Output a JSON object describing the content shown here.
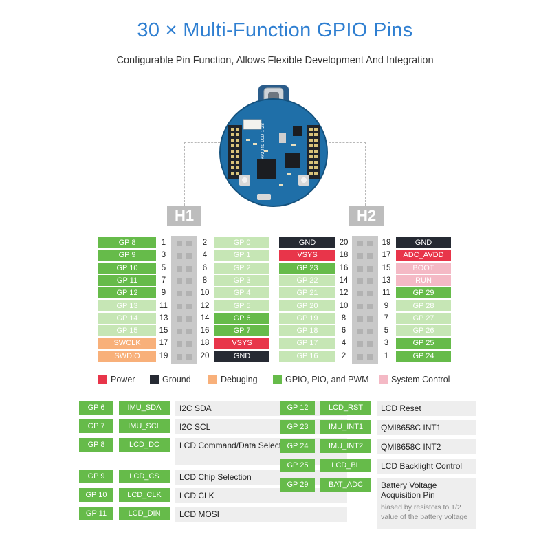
{
  "title": "30 × Multi-Function GPIO Pins",
  "subtitle": "Configurable Pin Function, Allows Flexible Development And Integration",
  "board": {
    "label": "RP2040-LCD-1.28"
  },
  "headers": {
    "h1_label": "H1",
    "h2_label": "H2",
    "h1_left": [
      {
        "name": "GP 8",
        "num": "1",
        "type": "gpio"
      },
      {
        "name": "GP 9",
        "num": "3",
        "type": "gpio"
      },
      {
        "name": "GP 10",
        "num": "5",
        "type": "gpio"
      },
      {
        "name": "GP 11",
        "num": "7",
        "type": "gpio"
      },
      {
        "name": "GP 12",
        "num": "9",
        "type": "gpio"
      },
      {
        "name": "GP 13",
        "num": "11",
        "type": "gpio-l"
      },
      {
        "name": "GP 14",
        "num": "13",
        "type": "gpio-l"
      },
      {
        "name": "GP 15",
        "num": "15",
        "type": "gpio-l"
      },
      {
        "name": "SWCLK",
        "num": "17",
        "type": "dbg"
      },
      {
        "name": "SWDIO",
        "num": "19",
        "type": "dbg"
      }
    ],
    "h1_right": [
      {
        "name": "GP 0",
        "num": "2",
        "type": "gpio-l"
      },
      {
        "name": "GP 1",
        "num": "4",
        "type": "gpio-l"
      },
      {
        "name": "GP 2",
        "num": "6",
        "type": "gpio-l"
      },
      {
        "name": "GP 3",
        "num": "8",
        "type": "gpio-l"
      },
      {
        "name": "GP 4",
        "num": "10",
        "type": "gpio-l"
      },
      {
        "name": "GP 5",
        "num": "12",
        "type": "gpio-l"
      },
      {
        "name": "GP 6",
        "num": "14",
        "type": "gpio"
      },
      {
        "name": "GP 7",
        "num": "16",
        "type": "gpio"
      },
      {
        "name": "VSYS",
        "num": "18",
        "type": "power"
      },
      {
        "name": "GND",
        "num": "20",
        "type": "gnd"
      }
    ],
    "h2_left": [
      {
        "name": "GND",
        "num": "20",
        "type": "gnd"
      },
      {
        "name": "VSYS",
        "num": "18",
        "type": "power"
      },
      {
        "name": "GP 23",
        "num": "16",
        "type": "gpio"
      },
      {
        "name": "GP 22",
        "num": "14",
        "type": "gpio-l"
      },
      {
        "name": "GP 21",
        "num": "12",
        "type": "gpio-l"
      },
      {
        "name": "GP 20",
        "num": "10",
        "type": "gpio-l"
      },
      {
        "name": "GP 19",
        "num": "8",
        "type": "gpio-l"
      },
      {
        "name": "GP 18",
        "num": "6",
        "type": "gpio-l"
      },
      {
        "name": "GP 17",
        "num": "4",
        "type": "gpio-l"
      },
      {
        "name": "GP 16",
        "num": "2",
        "type": "gpio-l"
      }
    ],
    "h2_right": [
      {
        "name": "GND",
        "num": "19",
        "type": "gnd"
      },
      {
        "name": "ADC_AVDD",
        "num": "17",
        "type": "power"
      },
      {
        "name": "BOOT",
        "num": "15",
        "type": "sys"
      },
      {
        "name": "RUN",
        "num": "13",
        "type": "sys"
      },
      {
        "name": "GP 29",
        "num": "11",
        "type": "gpio"
      },
      {
        "name": "GP 28",
        "num": "9",
        "type": "gpio-l"
      },
      {
        "name": "GP 27",
        "num": "7",
        "type": "gpio-l"
      },
      {
        "name": "GP 26",
        "num": "5",
        "type": "gpio-l"
      },
      {
        "name": "GP 25",
        "num": "3",
        "type": "gpio"
      },
      {
        "name": "GP 24",
        "num": "1",
        "type": "gpio"
      }
    ]
  },
  "legend": [
    {
      "label": "Power",
      "color": "#e8354a"
    },
    {
      "label": "Ground",
      "color": "#262a33"
    },
    {
      "label": "Debuging",
      "color": "#f8b07a"
    },
    {
      "label": "GPIO, PIO, and PWM",
      "color": "#66bb4a"
    },
    {
      "label": "System Control",
      "color": "#f4b9c5"
    }
  ],
  "functions_left": [
    {
      "gp": "GP 6",
      "fn": "IMU_SDA",
      "desc": "I2C SDA"
    },
    {
      "gp": "GP 7",
      "fn": "IMU_SCL",
      "desc": "I2C SCL"
    },
    {
      "gp": "GP 8",
      "fn": "LCD_DC",
      "desc": "LCD Command/Data Selection"
    },
    {
      "gp": "GP 9",
      "fn": "LCD_CS",
      "desc": "LCD Chip Selection"
    },
    {
      "gp": "GP 10",
      "fn": "LCD_CLK",
      "desc": "LCD CLK"
    },
    {
      "gp": "GP 11",
      "fn": "LCD_DIN",
      "desc": "LCD MOSI"
    }
  ],
  "functions_right": [
    {
      "gp": "GP 12",
      "fn": "LCD_RST",
      "desc": "LCD Reset"
    },
    {
      "gp": "GP 23",
      "fn": "IMU_INT1",
      "desc": "QMI8658C INT1"
    },
    {
      "gp": "GP 24",
      "fn": "IMU_INT2",
      "desc": "QMI8658C INT2"
    },
    {
      "gp": "GP 25",
      "fn": "LCD_BL",
      "desc": "LCD Backlight Control"
    },
    {
      "gp": "GP 29",
      "fn": "BAT_ADC",
      "desc": "Battery Voltage Acquisition Pin",
      "note": "biased by resistors to 1/2 value of the battery voltage"
    }
  ]
}
